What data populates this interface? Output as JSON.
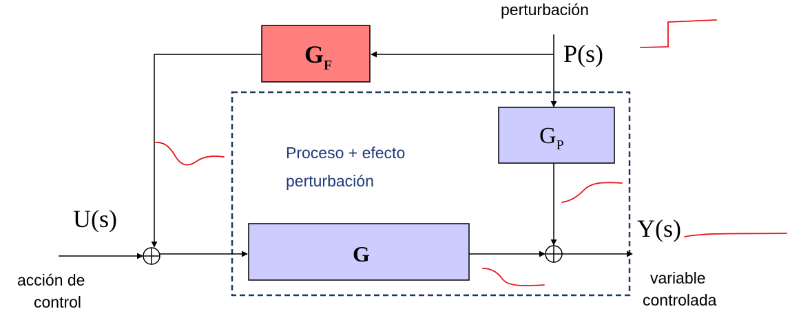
{
  "labels": {
    "disturbance": "perturbación",
    "disturbance_signal": "P(s)",
    "input_signal": "U(s)",
    "output_signal": "Y(s)",
    "control_action_line1": "acción de",
    "control_action_line2": "control",
    "controlled_variable_line1": "variable",
    "controlled_variable_line2": "controlada",
    "process_group_line1": "Proceso + efecto",
    "process_group_line2": "perturbación"
  },
  "blocks": {
    "feedforward": {
      "main": "G",
      "sub": "F"
    },
    "disturbance": {
      "main": "G",
      "sub": "P"
    },
    "process": {
      "main": "G"
    }
  },
  "colors": {
    "feedforward_fill": "#ff7f7f",
    "process_fill": "#ccccff",
    "dashed_border": "#1f3864",
    "group_text": "#1f3a78",
    "annotation": "#e8141b",
    "line": "#000000"
  }
}
